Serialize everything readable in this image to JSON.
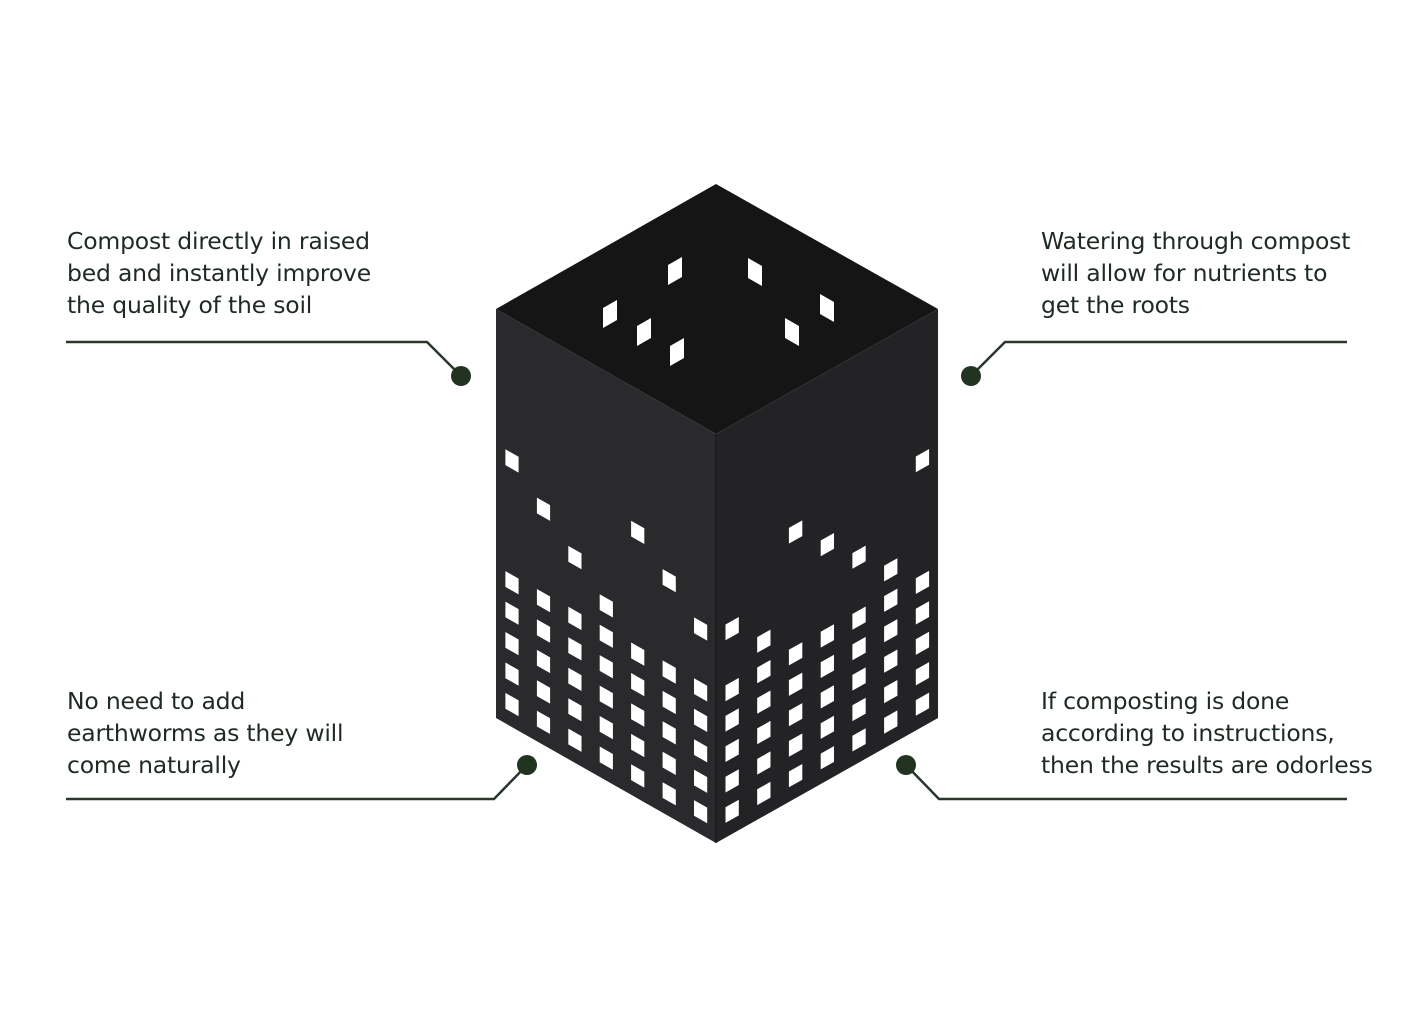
{
  "colors": {
    "background": "#ffffff",
    "text": "#1e2a22",
    "leader_line": "#2a372d",
    "dot": "#223322",
    "bin_dark": "#1b1b1d",
    "bin_front_face": "#2a2a2d",
    "bin_side_face": "#232326",
    "bin_interior": "#151516"
  },
  "product": {
    "icon": "perforated-square-compost-bin-icon"
  },
  "callouts": {
    "top_left": [
      "Compost directly in raised",
      "bed and instantly improve",
      "the quality of the soil"
    ],
    "top_right": [
      "Watering through compost",
      "will allow for nutrients to",
      "get the roots"
    ],
    "bottom_left": [
      "No need to add",
      "earthworms as they will",
      "come naturally"
    ],
    "bottom_right": [
      "If composting is done",
      "according to instructions,",
      "then the results are odorless"
    ]
  }
}
